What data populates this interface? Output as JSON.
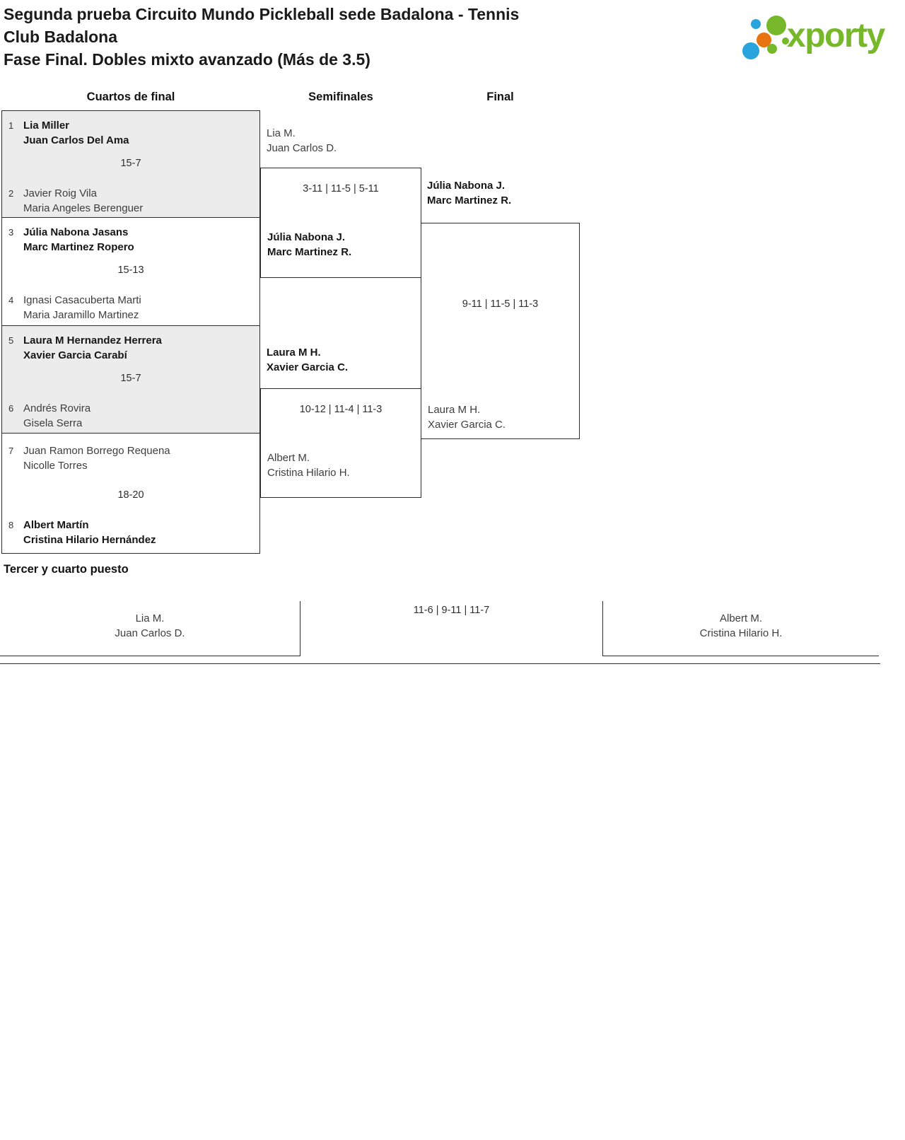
{
  "header": {
    "title_line1": "Segunda prueba Circuito Mundo Pickleball sede Badalona - Tennis",
    "title_line2": "Club Badalona",
    "title_line3": "Fase Final. Dobles mixto avanzado (Más de 3.5)",
    "logo_text": "xporty",
    "logo_colors": {
      "green": "#76b82a",
      "blue": "#29a3dc",
      "orange": "#e87311"
    }
  },
  "round_headers": [
    "Cuartos de final",
    "Semifinales",
    "Final"
  ],
  "quarterfinals": [
    {
      "seed_top": "1",
      "team_top": [
        "Lia Miller",
        "Juan Carlos Del Ama"
      ],
      "top_winner": true,
      "score": "15-7",
      "seed_bottom": "2",
      "team_bottom": [
        "Javier Roig Vila",
        "Maria Angeles Berenguer"
      ],
      "bottom_winner": false
    },
    {
      "seed_top": "3",
      "team_top": [
        "Júlia Nabona Jasans",
        "Marc Martinez Ropero"
      ],
      "top_winner": true,
      "score": "15-13",
      "seed_bottom": "4",
      "team_bottom": [
        "Ignasi Casacuberta Marti",
        "Maria Jaramillo Martinez"
      ],
      "bottom_winner": false
    },
    {
      "seed_top": "5",
      "team_top": [
        "Laura M Hernandez Herrera",
        "Xavier Garcia Carabí"
      ],
      "top_winner": true,
      "score": "15-7",
      "seed_bottom": "6",
      "team_bottom": [
        "Andrés Rovira",
        "Gisela Serra"
      ],
      "bottom_winner": false
    },
    {
      "seed_top": "7",
      "team_top": [
        "Juan Ramon Borrego Requena",
        "Nicolle Torres"
      ],
      "top_winner": false,
      "score": "18-20",
      "seed_bottom": "8",
      "team_bottom": [
        "Albert Martín",
        "Cristina Hilario Hernández"
      ],
      "bottom_winner": true
    }
  ],
  "semifinals": [
    {
      "team_top": [
        "Lia M.",
        "Juan Carlos D."
      ],
      "top_winner": false,
      "score": "3-11 | 11-5 | 5-11",
      "team_bottom": [
        "Júlia Nabona J.",
        "Marc Martinez R."
      ],
      "bottom_winner": true
    },
    {
      "team_top": [
        "Laura M H.",
        "Xavier Garcia C."
      ],
      "top_winner": true,
      "score": "10-12 | 11-4 | 11-3",
      "team_bottom": [
        "Albert M.",
        "Cristina Hilario H."
      ],
      "bottom_winner": false
    }
  ],
  "final": {
    "team_top": [
      "Júlia Nabona J.",
      "Marc Martinez R."
    ],
    "top_winner": true,
    "score": "9-11 | 11-5 | 11-3",
    "team_bottom": [
      "Laura M H.",
      "Xavier Garcia C."
    ],
    "bottom_winner": false
  },
  "third_place": {
    "heading": "Tercer y cuarto puesto",
    "team_left": [
      "Lia M.",
      "Juan Carlos D."
    ],
    "score": "11-6 | 9-11 | 11-7",
    "team_right": [
      "Albert M.",
      "Cristina Hilario H."
    ]
  }
}
